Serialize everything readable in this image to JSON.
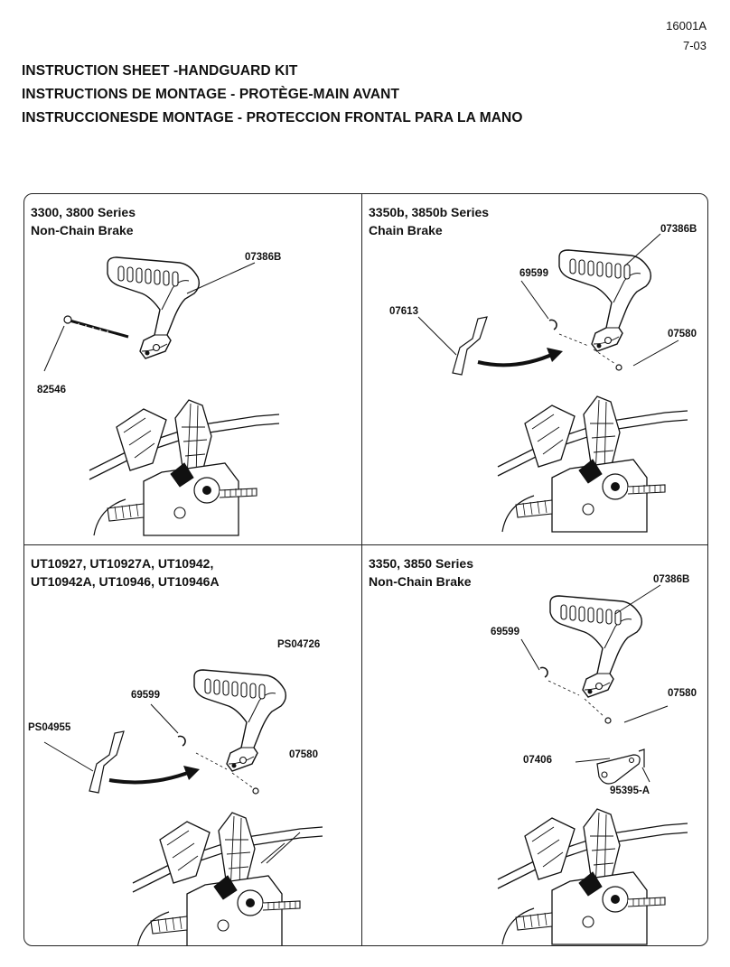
{
  "doc": {
    "number": "16001A",
    "date": "7-03"
  },
  "titles": [
    "INSTRUCTION SHEET -HANDGUARD KIT",
    "INSTRUCTIONS DE MONTAGE - PROTÈGE-MAIN AVANT",
    "INSTRUCCIONESDE MONTAGE - PROTECCION FRONTAL PARA LA MANO"
  ],
  "panels": [
    {
      "title_line1": "3300, 3800 Series",
      "title_line2": "Non-Chain Brake",
      "parts": [
        "07386B",
        "82546"
      ]
    },
    {
      "title_line1": "3350b, 3850b Series",
      "title_line2": "Chain Brake",
      "parts": [
        "07386B",
        "69599",
        "07613",
        "07580"
      ]
    },
    {
      "title_line1": "UT10927, UT10927A, UT10942,",
      "title_line2": "UT10942A, UT10946, UT10946A",
      "parts": [
        "PS04726",
        "69599",
        "PS04955",
        "07580"
      ]
    },
    {
      "title_line1": "3350, 3850 Series",
      "title_line2": "Non-Chain Brake",
      "parts": [
        "07386B",
        "69599",
        "07580",
        "07406",
        "95395-A"
      ]
    }
  ],
  "colors": {
    "ink": "#111111",
    "frame": "#222222",
    "paper": "#ffffff"
  }
}
